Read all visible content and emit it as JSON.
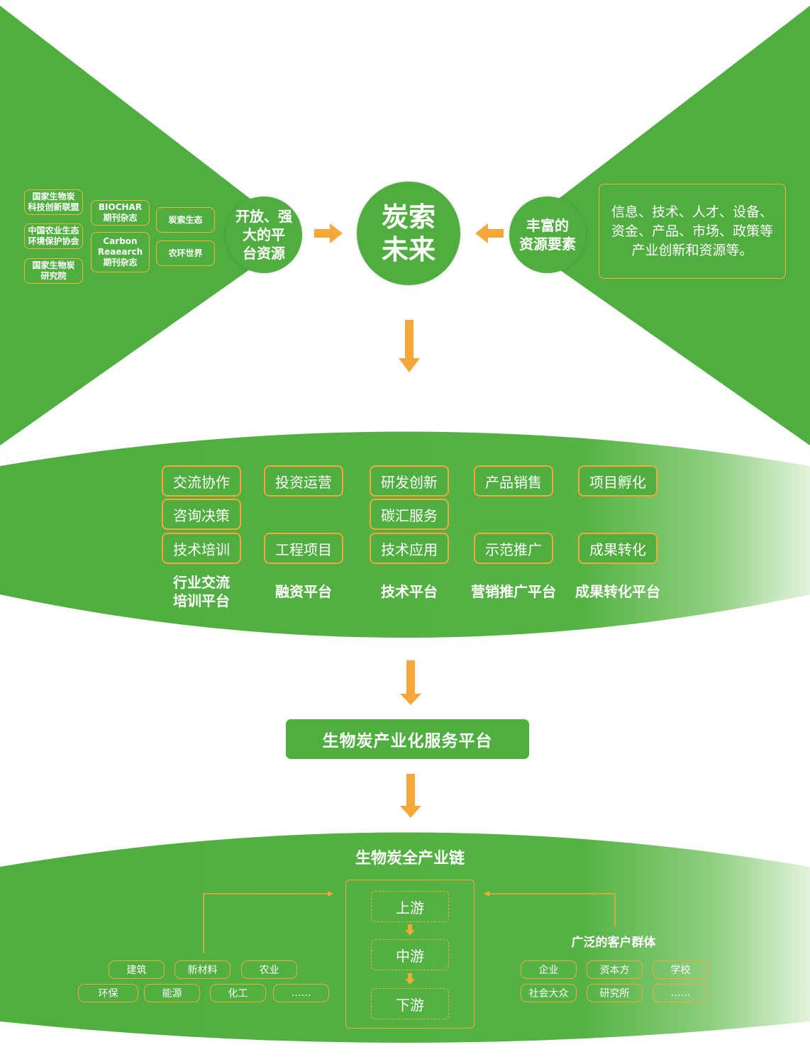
{
  "colors": {
    "green": "#4fae3f",
    "orange": "#f4a83a",
    "white": "#ffffff"
  },
  "left_partners": {
    "items": [
      "国家生物炭\n科技创新联盟",
      "中国农业生态\n环境保护协会",
      "国家生物炭\n研究院",
      "BIOCHAR\n期刊杂志",
      "Carbon\nReaearch\n期刊杂志",
      "炭索生态",
      "农环世界"
    ]
  },
  "left_circle": "开放、强\n大的平\n台资源",
  "center_circle": "炭索\n未来",
  "right_circle": "丰富的\n资源要素",
  "right_box": "信息、技术、人才、设备、资金、产品、市场、政策等产业创新和资源等。",
  "platforms": [
    {
      "title": "行业交流\n培训平台",
      "items": [
        "交流协作",
        "咨询决策",
        "技术培训"
      ]
    },
    {
      "title": "融资平台",
      "items": [
        "投资运营",
        "工程项目"
      ]
    },
    {
      "title": "技术平台",
      "items": [
        "研发创新",
        "碳汇服务",
        "技术应用"
      ]
    },
    {
      "title": "营销推广平台",
      "items": [
        "产品销售",
        "示范推广"
      ]
    },
    {
      "title": "成果转化平台",
      "items": [
        "项目孵化",
        "成果转化"
      ]
    }
  ],
  "service_platform": "生物炭产业化服务平台",
  "chain": {
    "title": "生物炭全产业链",
    "streams": [
      "上游",
      "中游",
      "下游"
    ],
    "left_items": [
      "建筑",
      "新材料",
      "农业",
      "环保",
      "能源",
      "化工",
      "……"
    ],
    "customer_title": "广泛的客户群体",
    "right_items": [
      "企业",
      "资本方",
      "学校",
      "社会大众",
      "研究所",
      "……"
    ]
  }
}
